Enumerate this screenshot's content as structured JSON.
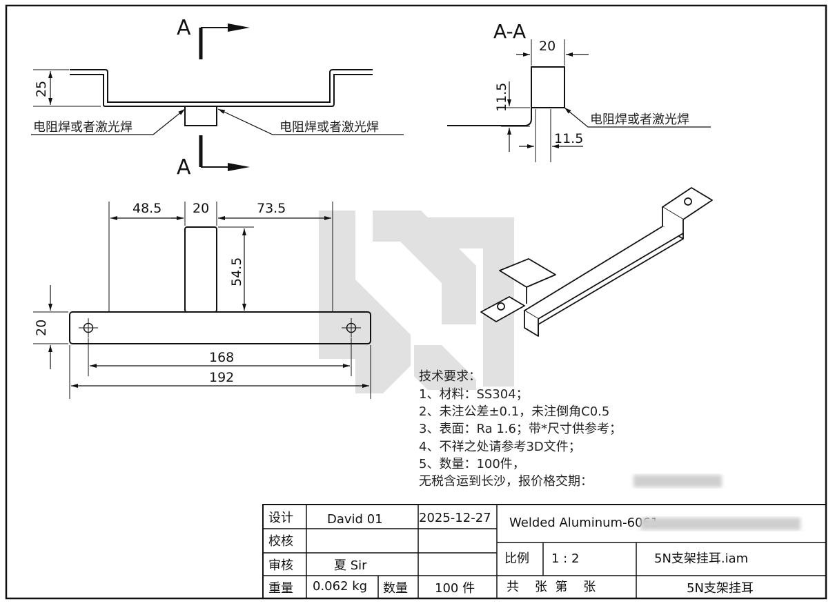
{
  "section_view": {
    "cut_label_top": "A",
    "cut_label_bottom": "A",
    "height_dim": "25",
    "weld_note_left": "电阻焊或者激光焊",
    "weld_note_right": "电阻焊或者激光焊"
  },
  "section_aa": {
    "title": "A-A",
    "width_dim": "20",
    "height_dim": "11.5",
    "bottom_dim": "11.5",
    "weld_note": "电阻焊或者激光焊"
  },
  "plan_view": {
    "dim_left": "48.5",
    "dim_mid": "20",
    "dim_right": "73.5",
    "dim_tab_height": "54.5",
    "dim_bar_height": "20",
    "dim_hole_span": "168",
    "dim_overall": "192"
  },
  "tech_notes": {
    "heading": "技术要求：",
    "items": [
      "1、材料：SS304；",
      "2、未注公差±0.1，未注倒角C0.5",
      "3、表面：Ra 1.6；带*尺寸供参考；",
      "4、不祥之处请参考3D文件；",
      "5、数量：100件，",
      "无税含运到长沙，报价格交期："
    ]
  },
  "title_block": {
    "design_label": "设计",
    "design_value": "David 01",
    "date": "2025-12-27",
    "check_label": "校核",
    "review_label": "审核",
    "review_value": "夏 Sir",
    "weight_label": "重量",
    "weight_value": "0.062 kg",
    "qty_label": "数量",
    "qty_value": "100 件",
    "material": "Welded Aluminum-6061",
    "scale_label": "比例",
    "scale_value": "1 : 2",
    "file_name": "5N支架挂耳.iam",
    "sheet_text": "共    张  第    张",
    "part_name": "5N支架挂耳"
  },
  "colors": {
    "line": "#111111",
    "watermark": "#d9d9d9",
    "blur": "#cfcfcf"
  }
}
